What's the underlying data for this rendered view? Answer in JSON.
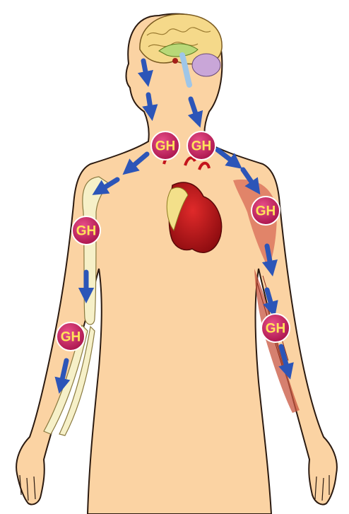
{
  "diagram": {
    "hormone_label": "GH",
    "colors": {
      "skin": "#fbd3a3",
      "skin_outline": "#2b1a10",
      "badge_fill": "#c8235a",
      "badge_text": "#ffe45a",
      "arrow": "#2c55b8",
      "heart": "#c3141c",
      "bone": "#f6f0c8",
      "muscle": "#d86a55",
      "brain": "#f5d98a"
    },
    "nodes": [
      {
        "id": "pituitary-1",
        "label": "GH"
      },
      {
        "id": "pituitary-2",
        "label": "GH"
      },
      {
        "id": "upper-arm-bone",
        "label": "GH"
      },
      {
        "id": "forearm-bone",
        "label": "GH"
      },
      {
        "id": "shoulder-muscle",
        "label": "GH"
      },
      {
        "id": "forearm-muscle",
        "label": "GH"
      }
    ]
  }
}
